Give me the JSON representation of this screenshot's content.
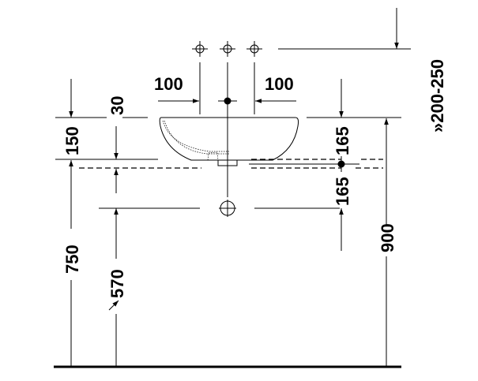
{
  "drawing": {
    "dimensions": {
      "tap_height": "»200-250",
      "tap_spacing_left": "100",
      "tap_spacing_right": "100",
      "basin_height": "150",
      "rim_offset": "30",
      "top_to_center": "165",
      "center_to_bottom": "165",
      "counter_height": "750",
      "waste_height": "570",
      "total_height": "900"
    },
    "colors": {
      "line": "#000000",
      "background": "#ffffff"
    }
  }
}
